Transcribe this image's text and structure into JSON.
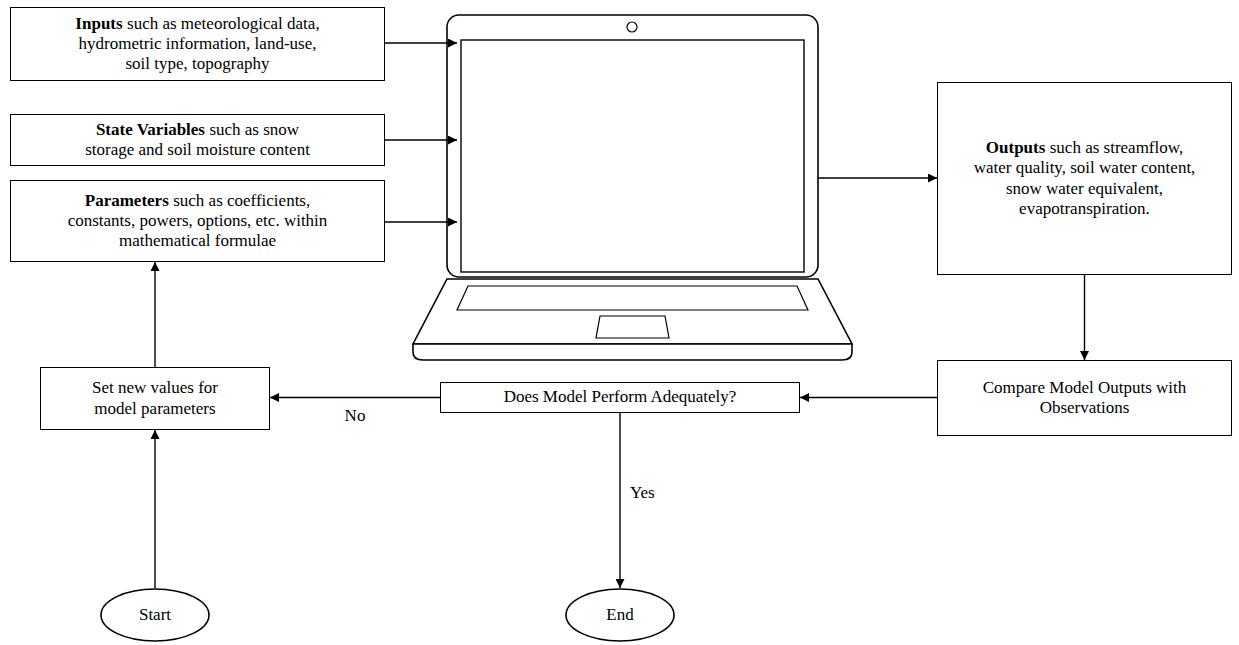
{
  "diagram": {
    "nodes": [
      {
        "text": [
          "Inputs",
          "such as meteorological data, hydrometric information, land-use, soil type, topography"
        ]
      },
      {
        "text": [
          "State Variables",
          "such as snow storage and soil moisture content"
        ]
      },
      {
        "text": [
          "Parameters",
          "such as coefficients, constants, powers, options, etc. within mathematical formulae"
        ]
      },
      {
        "text": [
          "Outputs",
          "such as streamflow, water quality, soil water content, snow water equivalent, evapotranspiration."
        ]
      },
      {
        "text": [
          "Compare Model Outputs with Observations"
        ]
      },
      {
        "text": [
          "Does Model Perform Adequately?"
        ]
      },
      {
        "text": [
          "Set new values for model parameters"
        ]
      },
      {
        "text": [
          "Start"
        ]
      },
      {
        "text": [
          "End"
        ]
      }
    ],
    "edges": [
      {
        "from": 3,
        "to": 4,
        "arrow": "to"
      },
      {
        "from": 4,
        "to": 5,
        "arrow": "to"
      },
      {
        "from": 5,
        "to": 6,
        "label": "No",
        "arrow": "to"
      },
      {
        "from": 5,
        "to": 8,
        "label": "Yes",
        "arrow": "to"
      },
      {
        "from": 7,
        "to": 6,
        "arrow": "to"
      },
      {
        "from": 6,
        "to": 2,
        "arrow": "to"
      }
    ]
  }
}
